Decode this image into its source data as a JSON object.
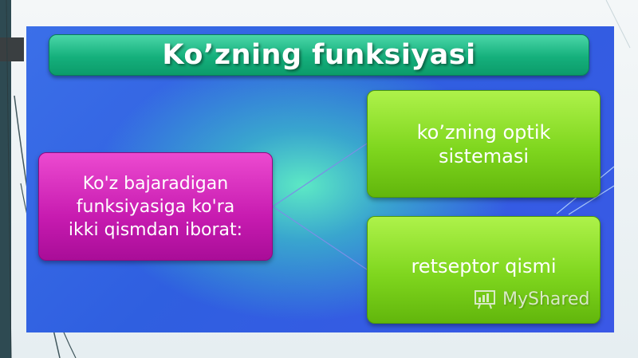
{
  "slide": {
    "title": "Ko’zning funksiyasi",
    "root_node": {
      "text": "Ko'z bajaradigan\nfunksiyasiga ko'ra\nikki qismdan iborat:",
      "color": "#c71bb0"
    },
    "child_nodes": [
      {
        "text": "ko’zning optik\nsistemasi",
        "color": "#7fd61e"
      },
      {
        "text": "retseptor qismi",
        "color": "#7fd61e"
      }
    ],
    "title_color": "#15b07c",
    "background_color": "#3b6fe8"
  },
  "watermark": {
    "icon": "myshared-logo-icon",
    "text": "MyShared"
  }
}
